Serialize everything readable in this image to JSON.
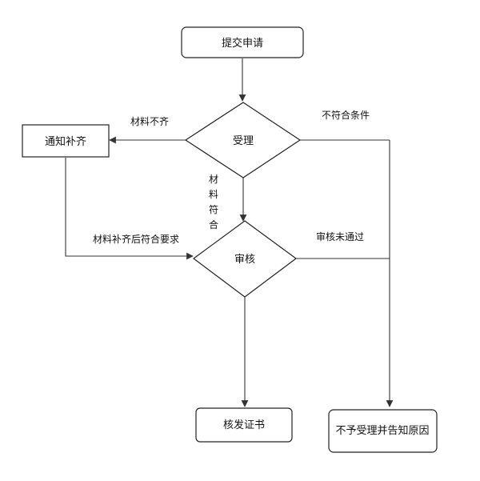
{
  "nodes": {
    "submit": "提交申请",
    "accept": "受理",
    "notify": "通知补齐",
    "review": "审核",
    "issue": "核发证书",
    "reject": "不予受理并告知原因"
  },
  "edges": {
    "incomplete": "材料不齐",
    "not_eligible": "不符合条件",
    "eligible": [
      "材",
      "料",
      "符",
      "合"
    ],
    "resubmitted": "材料补齐后符合要求",
    "review_failed": "审核未通过"
  },
  "colors": {
    "stroke": "#222222",
    "text": "#111111",
    "background": "#ffffff"
  }
}
